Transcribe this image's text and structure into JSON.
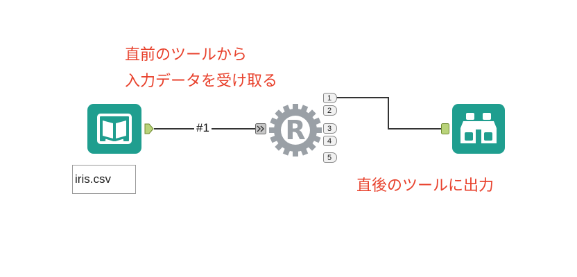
{
  "canvas": {
    "annotation_input": [
      "直前のツールから",
      "入力データを受け取る"
    ],
    "annotation_output": "直後のツールに出力",
    "connection_label": "#1"
  },
  "input_tool": {
    "icon": "book-open-icon",
    "file_name": "iris.csv"
  },
  "r_tool": {
    "icon": "r-gear-icon",
    "letter": "R",
    "output_anchors": [
      "1",
      "2",
      "3",
      "4",
      "5"
    ]
  },
  "browse_tool": {
    "icon": "binoculars-icon"
  },
  "colors": {
    "tool_teal": "#1f9e8f",
    "anchor_green": "#b9d37a",
    "annotation_red": "#e8412c",
    "r_gray": "#9aa0a6"
  }
}
